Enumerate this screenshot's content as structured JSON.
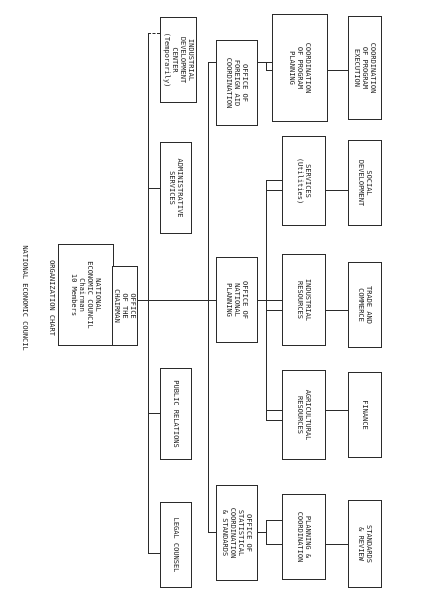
{
  "title": {
    "line1": "ORGANIZATION CHART",
    "line2": "NATIONAL ECONOMIC COUNCIL"
  },
  "nodes": {
    "council": "NATIONAL\nECONOMIC COUNCIL\nChairman\n10 Members",
    "office_chairman": "OFFICE\nOF THE\nCHAIRMAN",
    "legal_counsel": "LEGAL COUNSEL",
    "public_relations": "PUBLIC RELATIONS",
    "administrative_services": "ADMINISTRATIVE\nSERVICES",
    "industrial_development_center": "INDUSTRIAL\nDEVELOPMENT\nCENTER\n(Temporarily)",
    "statistical_coordination": "OFFICE OF\nSTATISTICAL\nCOORDINATION\n& STANDARDS",
    "national_planning": "OFFICE OF\nNATIONAL\nPLANNING",
    "foreign_aid": "OFFICE OF\nFOREIGN AID\nCOORDINATION",
    "planning_coordination": "PLANNING &\nCOORDINATION",
    "standards_review": "STANDARDS\n& REVIEW",
    "agricultural_resources": "AGRICULTURAL\nRESOURCES",
    "finance": "FINANCE",
    "industrial_resources": "INDUSTRIAL\nRESOURCES",
    "trade_commerce": "TRADE AND\nCOMMERCE",
    "services_utilities": "SERVICES\n(Utilities)",
    "social_development": "SOCIAL\nDEVELOPMENT",
    "coordination_program_planning": "COORDINATION\nOF PROGRAM\nPLANNING",
    "coordination_program_execution": "COORDINATION\nOF PROGRAM\nEXECUTION"
  }
}
